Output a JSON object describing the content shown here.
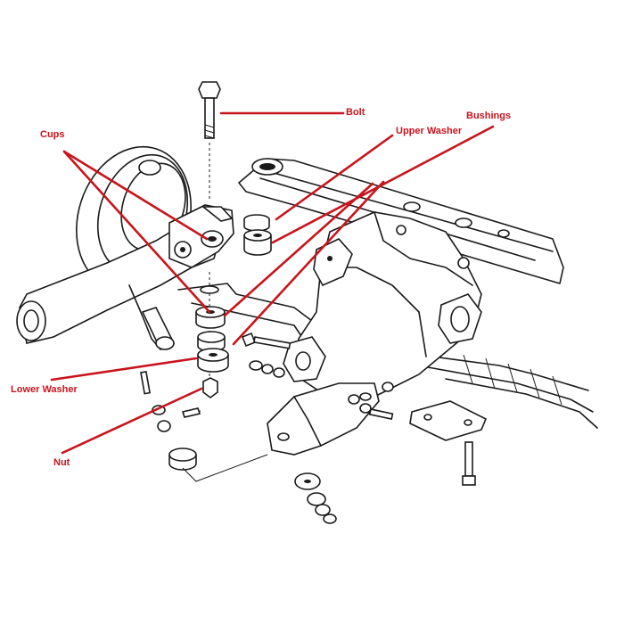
{
  "accent_color": "#c8141c",
  "labels": {
    "bolt": "Bolt",
    "bushings": "Bushings",
    "upper_washer": "Upper Washer",
    "cups": "Cups",
    "lower_washer": "Lower Washer",
    "nut": "Nut"
  }
}
